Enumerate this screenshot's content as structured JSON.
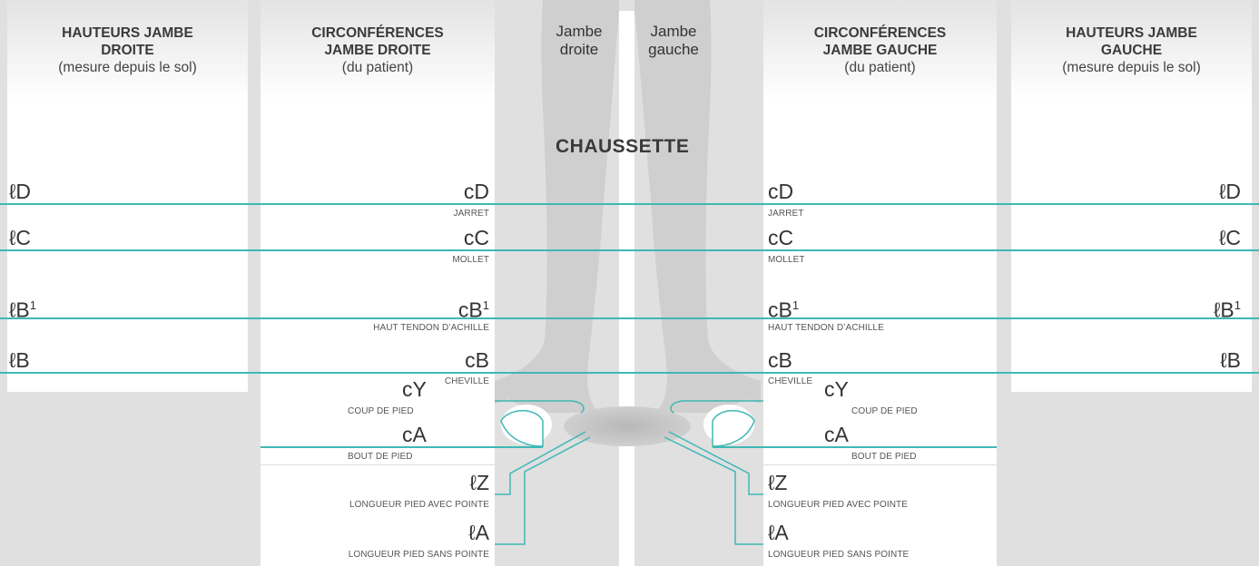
{
  "colors": {
    "accent": "#3fb8b4",
    "panel": "#ffffff",
    "background": "#e0e0e0",
    "silhouette": "#cfcfcf"
  },
  "headers": {
    "right_heights": {
      "title1": "HAUTEURS JAMBE",
      "title2": "DROITE",
      "sub": "(mesure depuis le sol)"
    },
    "right_circ": {
      "title1": "CIRCONFÉRENCES",
      "title2": "JAMBE DROITE",
      "sub": "(du patient)"
    },
    "left_circ": {
      "title1": "CIRCONFÉRENCES",
      "title2": "JAMBE GAUCHE",
      "sub": "(du patient)"
    },
    "left_heights": {
      "title1": "HAUTEURS JAMBE",
      "title2": "GAUCHE",
      "sub": "(mesure depuis le sol)"
    }
  },
  "legs": {
    "right": {
      "line1": "Jambe",
      "line2": "droite"
    },
    "left": {
      "line1": "Jambe",
      "line2": "gauche"
    }
  },
  "sock_label": "CHAUSSETTE",
  "heights": {
    "lD": "ℓD",
    "lC": "ℓC",
    "lB1": "ℓB",
    "lB": "ℓB",
    "sup1": "1"
  },
  "circ": {
    "cD": "cD",
    "cC": "cC",
    "cB1": "cB",
    "sup1": "1",
    "cB": "cB",
    "cY": "cY",
    "cA": "cA",
    "lZ": "ℓZ",
    "lA": "ℓA"
  },
  "captions": {
    "jarret": "JARRET",
    "mollet": "MOLLET",
    "achille": "HAUT TENDON D’ACHILLE",
    "cheville": "CHEVILLE",
    "coup": "COUP DE PIED",
    "bout": "BOUT DE PIED",
    "lz": "LONGUEUR PIED AVEC POINTE",
    "la": "LONGUEUR PIED SANS POINTE"
  }
}
